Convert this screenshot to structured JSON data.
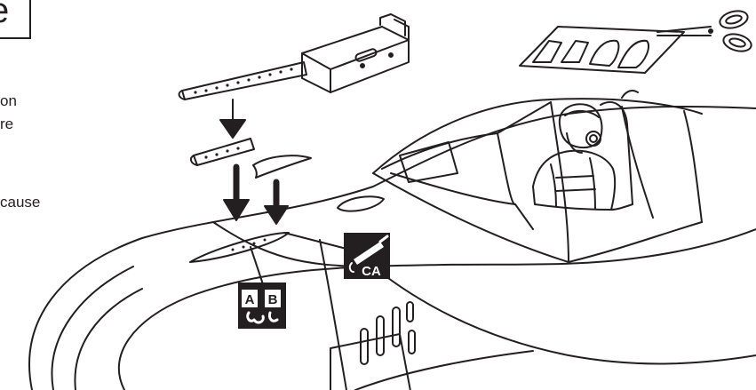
{
  "step_box": {
    "char": "e"
  },
  "instructions": {
    "line1": "on",
    "line2": "re",
    "line3": "cause"
  },
  "labels": {
    "ca_icon": "CA",
    "epoxy_a": "A",
    "epoxy_b": "B"
  },
  "colors": {
    "ink": "#231f20",
    "paper": "#ffffff"
  }
}
